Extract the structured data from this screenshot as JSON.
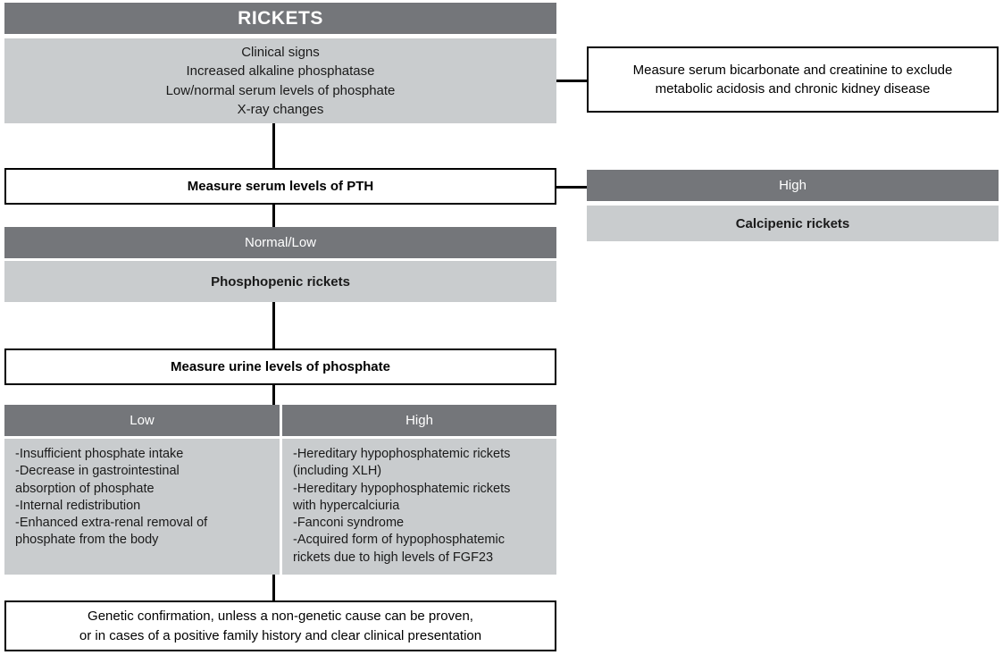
{
  "diagram": {
    "title": "RICKETS",
    "colors": {
      "dark_fill": "#74767a",
      "light_fill": "#c9ccce",
      "white_fill": "#ffffff",
      "border": "#000000"
    },
    "nodes": {
      "title_bar": {
        "label": "RICKETS"
      },
      "presentation": {
        "lines": [
          "Clinical signs",
          "Increased alkaline phosphatase",
          "Low/normal serum levels of phosphate",
          "X-ray changes"
        ]
      },
      "exclusion_note": {
        "lines": [
          "Measure serum bicarbonate and creatinine to exclude",
          "metabolic acidosis and chronic kidney disease"
        ]
      },
      "measure_pth": {
        "label": "Measure serum levels of PTH"
      },
      "pth_high": {
        "label": "High"
      },
      "calcipenic": {
        "label": "Calcipenic rickets"
      },
      "pth_normal_low": {
        "label": "Normal/Low"
      },
      "phosphopenic": {
        "label": "Phosphopenic rickets"
      },
      "measure_urine": {
        "label": "Measure urine levels of phosphate"
      },
      "urine_low": {
        "label": "Low"
      },
      "urine_high": {
        "label": "High"
      },
      "urine_low_causes": {
        "lines": [
          "-Insufficient phosphate intake",
          "-Decrease in gastrointestinal",
          "absorption of phosphate",
          "-Internal redistribution",
          "-Enhanced extra-renal removal of",
          "phosphate from the body"
        ]
      },
      "urine_high_causes": {
        "lines": [
          "-Hereditary hypophosphatemic rickets",
          "(including XLH)",
          "-Hereditary hypophosphatemic rickets",
          "with hypercalciuria",
          "-Fanconi syndrome",
          "-Acquired form of hypophosphatemic",
          "rickets due to high levels of FGF23"
        ]
      },
      "genetic_confirmation": {
        "lines": [
          "Genetic confirmation, unless a non-genetic cause can be proven,",
          "or in cases of a positive family history and clear clinical presentation"
        ]
      }
    }
  }
}
